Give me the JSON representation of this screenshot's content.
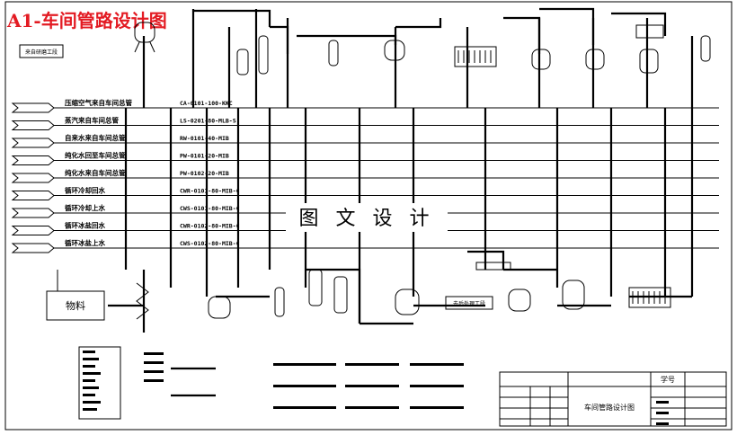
{
  "header": {
    "watermark_title": "A1-车间管路设计图"
  },
  "center_watermark": "图 文 设 计",
  "pipelines": [
    {
      "name": "压缩空气来自车间总管",
      "code": "CA-0101-100-KKC"
    },
    {
      "name": "蒸汽来自车间总管",
      "code": "LS-0201-80-MLB-S"
    },
    {
      "name": "自来水来自车间总管",
      "code": "RW-0101-40-MIB"
    },
    {
      "name": "纯化水回至车间总管",
      "code": "PW-0101-20-MIB"
    },
    {
      "name": "纯化水来自车间总管",
      "code": "PW-0102-20-MIB"
    },
    {
      "name": "循环冷却回水",
      "code": "CWR-0101-80-MIB-C"
    },
    {
      "name": "循环冷却上水",
      "code": "CWS-0101-80-MIB-C"
    },
    {
      "name": "循环冰盐回水",
      "code": "CWR-0102-80-MIB-C"
    },
    {
      "name": "循环冰盐上水",
      "code": "CWS-0102-80-MIB-C"
    }
  ],
  "boxes": {
    "material": "物料",
    "top_left_label": "来自研磨工段",
    "right_middle_label": "去后处理工段"
  },
  "title_block": {
    "drawing_name": "车间管路设计图",
    "sheet_label": "学号"
  },
  "colors": {
    "watermark": "#e31b23",
    "lines": "#000000",
    "background": "#ffffff"
  }
}
